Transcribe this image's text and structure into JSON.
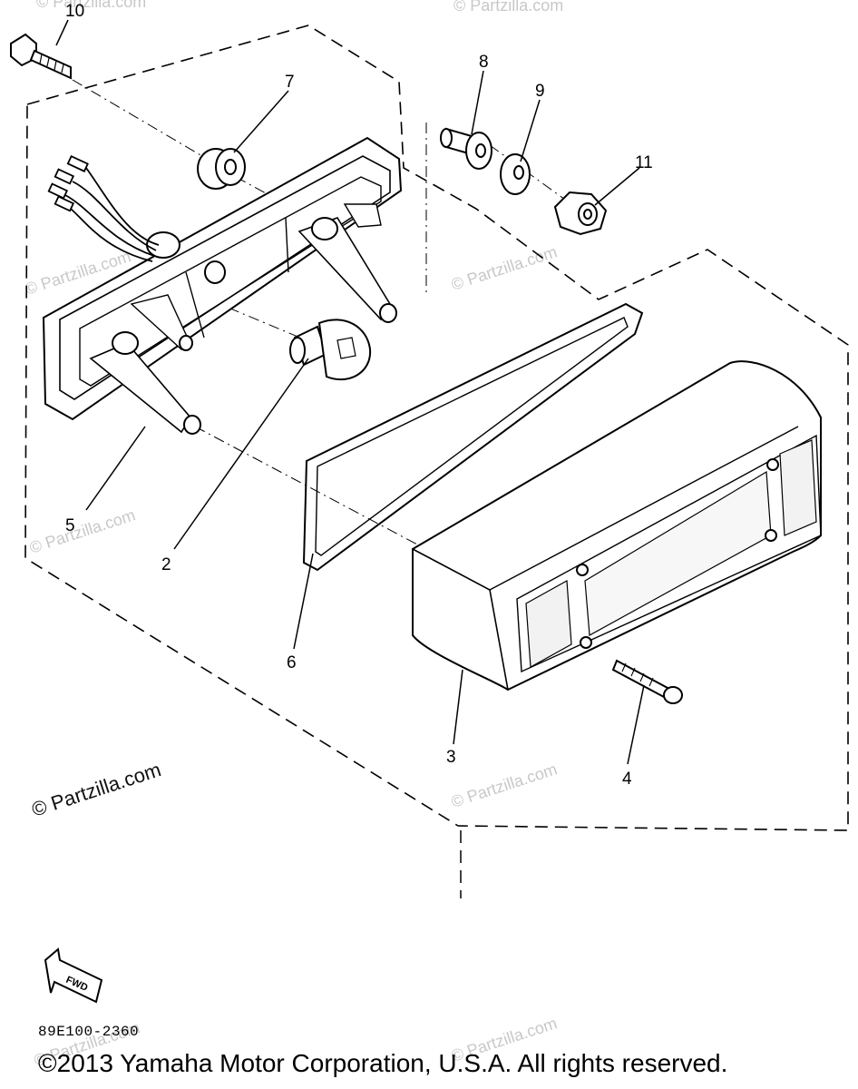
{
  "callouts": [
    "10",
    "7",
    "8",
    "9",
    "11",
    "5",
    "2",
    "6",
    "3",
    "4"
  ],
  "fwd_label": "FWD",
  "diagram_code": "89E100-2360",
  "copyright": "©2013 Yamaha Motor Corporation, U.S.A. All rights reserved.",
  "watermark": "© Partzilla.com",
  "watermark_main": "© Partzilla.com"
}
